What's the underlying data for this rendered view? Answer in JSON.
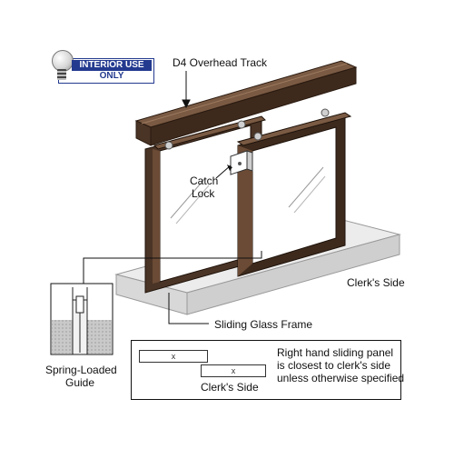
{
  "badge": {
    "line1": "INTERIOR USE",
    "line2": "ONLY"
  },
  "labels": {
    "track": "D4 Overhead Track",
    "catch_lock_1": "Catch",
    "catch_lock_2": "Lock",
    "clerks_side": "Clerk's Side",
    "sliding_frame": "Sliding Glass Frame",
    "spring_guide_1": "Spring-Loaded",
    "spring_guide_2": "Guide"
  },
  "legend": {
    "panel_mark_1": "x",
    "panel_mark_2": "x",
    "clerks_side": "Clerk's Side",
    "note_1": "Right hand sliding panel",
    "note_2": "is closest to clerk's side",
    "note_3": "unless otherwise specified"
  },
  "colors": {
    "frame": "#3d2a1d",
    "frame_light": "#6b4b35",
    "counter": "#e3e3e3",
    "badge": "#233a8f"
  }
}
